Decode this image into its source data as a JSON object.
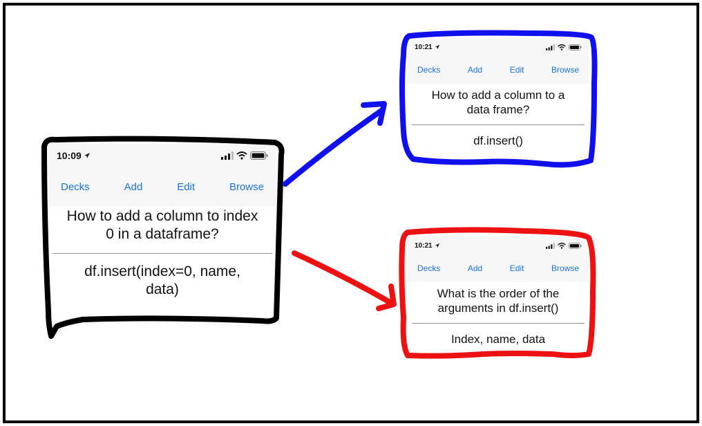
{
  "cards": {
    "main": {
      "time": "10:09",
      "nav": [
        "Decks",
        "Add",
        "Edit",
        "Browse"
      ],
      "question_line1": "How to add a column to index",
      "question_line2": "0 in a dataframe?",
      "answer_line1": "df.insert(index=0, name,",
      "answer_line2": "data)",
      "outline_color": "#000000"
    },
    "blue": {
      "time": "10:21",
      "nav": [
        "Decks",
        "Add",
        "Edit",
        "Browse"
      ],
      "question_line1": "How to add a column to a",
      "question_line2": "data frame?",
      "answer": "df.insert()",
      "outline_color": "#1010ee"
    },
    "red": {
      "time": "10:21",
      "nav": [
        "Decks",
        "Add",
        "Edit",
        "Browse"
      ],
      "question_line1": "What is the order of the",
      "question_line2": "arguments in df.insert()",
      "answer": "Index, name, data",
      "outline_color": "#ee1111"
    }
  },
  "colors": {
    "nav_text": "#1a73d6",
    "arrow_blue": "#1010ee",
    "arrow_red": "#ee1111",
    "status_bar_bg": "#f6f6f7"
  },
  "icons": [
    "location-arrow-icon",
    "signal-icon",
    "wifi-icon",
    "battery-icon"
  ]
}
